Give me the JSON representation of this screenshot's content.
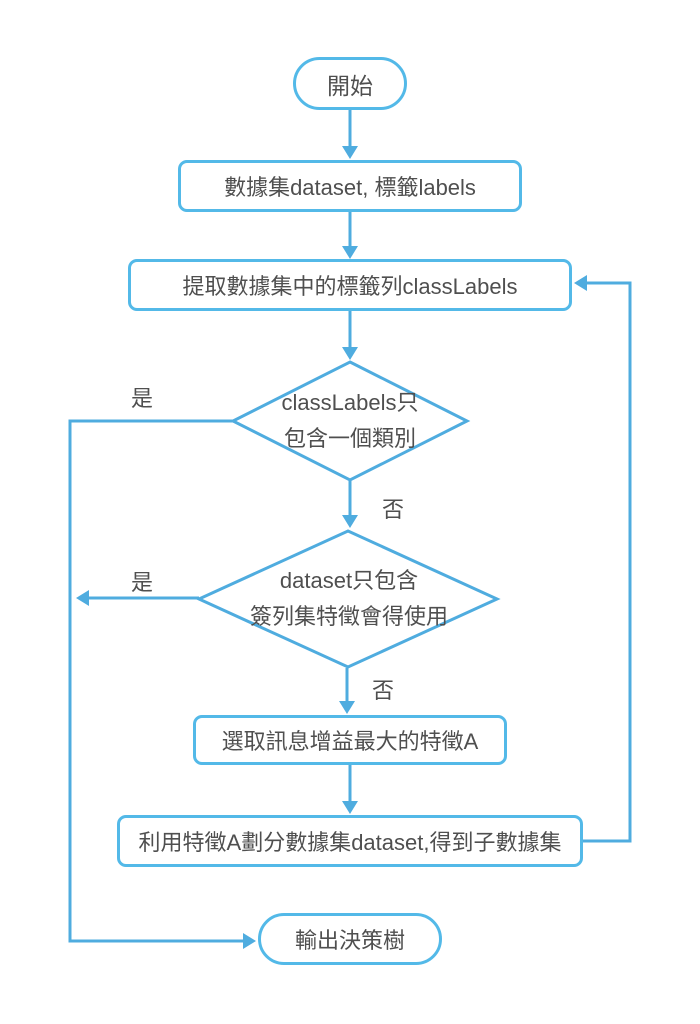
{
  "colors": {
    "line": "#4facdf",
    "node_border": "#53b9e8",
    "text": "#4f4f4f",
    "background": "#ffffff"
  },
  "nodes": {
    "start": {
      "label": "開始",
      "type": "terminator"
    },
    "dataset_input": {
      "label": "數據集dataset, 標籤labels",
      "type": "process"
    },
    "extract_labels": {
      "label": "提取數據集中的標籤列classLabels",
      "type": "process"
    },
    "decision_one_class": {
      "label": "classLabels只\n包含一個類別",
      "type": "decision"
    },
    "decision_features_used": {
      "label": "dataset只包含\n簽列集特徵會得使用",
      "type": "decision"
    },
    "select_feature": {
      "label": "選取訊息增益最大的特徵A",
      "type": "process"
    },
    "split_dataset": {
      "label": "利用特徵A劃分數據集dataset,得到子數據集",
      "type": "process"
    },
    "output_tree": {
      "label": "輸出決策樹",
      "type": "terminator"
    }
  },
  "edge_labels": {
    "yes_1": "是",
    "no_1": "否",
    "yes_2": "是",
    "no_2": "否"
  }
}
